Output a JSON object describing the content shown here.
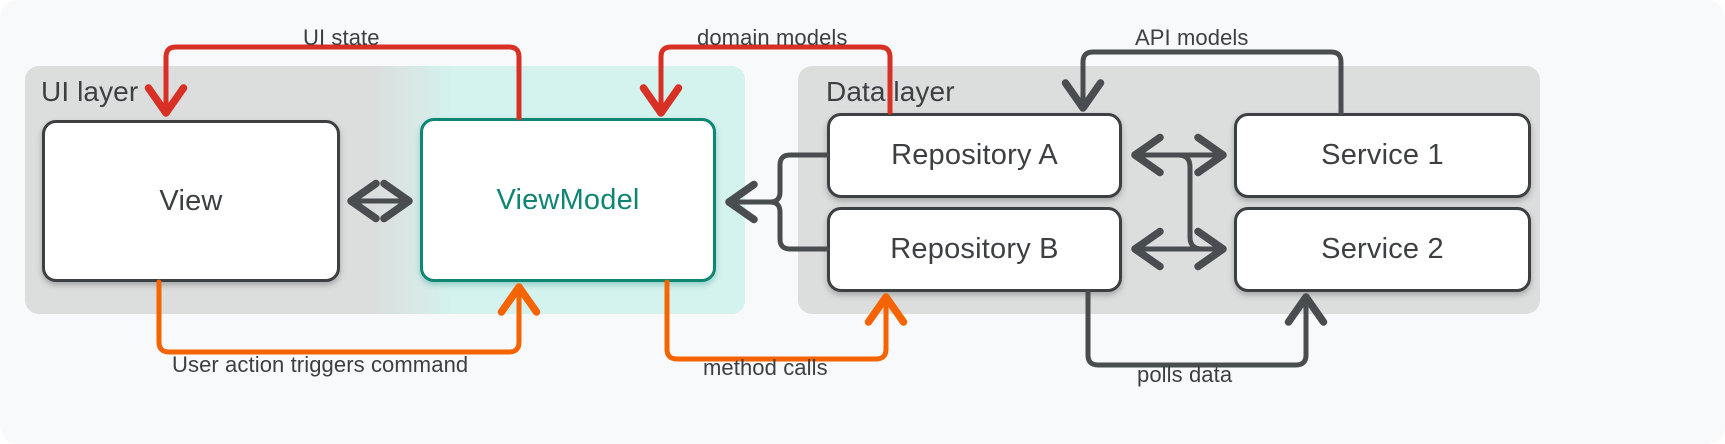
{
  "diagram": {
    "title": "App architecture data flow",
    "colors": {
      "background": "#f7f9fa",
      "layer_panel": "#dcdddd",
      "viewmodel_tint": "#d4f2ee",
      "node_border": "#3c4043",
      "accent": "#0f8573",
      "arrow_dark": "#4a4d4f",
      "arrow_red": "#d93025",
      "arrow_orange": "#f56400",
      "text": "#3c4043"
    }
  },
  "layers": [
    {
      "id": "ui-layer",
      "label": "UI layer"
    },
    {
      "id": "data-layer",
      "label": "Data layer"
    }
  ],
  "nodes": [
    {
      "id": "view",
      "label": "View",
      "layer": "ui-layer",
      "accent": false
    },
    {
      "id": "viewmodel",
      "label": "ViewModel",
      "layer": "ui-layer",
      "accent": true
    },
    {
      "id": "repository-a",
      "label": "Repository A",
      "layer": "data-layer",
      "accent": false
    },
    {
      "id": "repository-b",
      "label": "Repository B",
      "layer": "data-layer",
      "accent": false
    },
    {
      "id": "service-1",
      "label": "Service  1",
      "layer": "data-layer",
      "accent": false
    },
    {
      "id": "service-2",
      "label": "Service 2",
      "layer": "data-layer",
      "accent": false
    }
  ],
  "edges": [
    {
      "id": "ui-state",
      "label": "UI state",
      "from": "viewmodel",
      "to": "view",
      "color": "red",
      "direction": "one-way"
    },
    {
      "id": "domain-models",
      "label": "domain models",
      "from": "repository-a",
      "to": "viewmodel",
      "color": "red",
      "direction": "one-way"
    },
    {
      "id": "api-models",
      "label": "API models",
      "from": "service-1",
      "to": "repository-a",
      "color": "dark",
      "direction": "one-way"
    },
    {
      "id": "user-action",
      "label": "User action triggers command",
      "from": "view",
      "to": "viewmodel",
      "color": "orange",
      "direction": "one-way"
    },
    {
      "id": "method-calls",
      "label": "method calls",
      "from": "viewmodel",
      "to": "repository-b",
      "color": "orange",
      "direction": "one-way"
    },
    {
      "id": "polls-data",
      "label": "polls data",
      "from": "repository-b",
      "to": "service-2",
      "color": "dark",
      "direction": "one-way"
    },
    {
      "id": "view-viewmodel",
      "label": "",
      "from": "view",
      "to": "viewmodel",
      "color": "dark",
      "direction": "two-way"
    },
    {
      "id": "repos-viewmodel",
      "label": "",
      "from": "repositories",
      "to": "viewmodel",
      "color": "dark",
      "direction": "one-way"
    },
    {
      "id": "repo-a-service-1",
      "label": "",
      "from": "repository-a",
      "to": "service-1",
      "color": "dark",
      "direction": "two-way"
    },
    {
      "id": "repo-b-service-2",
      "label": "",
      "from": "repository-b",
      "to": "service-2",
      "color": "dark",
      "direction": "two-way"
    }
  ]
}
